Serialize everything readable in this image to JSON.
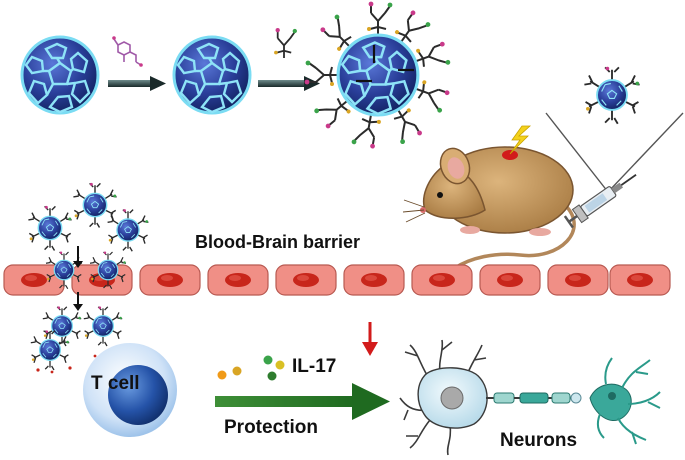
{
  "labels": {
    "bbb": "Blood-Brain barrier",
    "tcell": "T cell",
    "il17": "IL-17",
    "protection": "Protection",
    "neurons": "Neurons"
  },
  "colors": {
    "cage_blue": "#2a3f9a",
    "cage_edge": "#6fd3ee",
    "cell_pink": "#f08f86",
    "cell_nucleus": "#c8261b",
    "tcell_blue": "#2553a8",
    "arrow_green": "#2f7d2b",
    "mouse_tan": "#c79c62",
    "neuron_body": "#d6eaf3",
    "axon_teal": "#3aa89a",
    "red_arrow": "#d21b1b"
  },
  "icons": [
    "fullerene-cage",
    "functional-group",
    "mouse",
    "syringe",
    "lightning-bolt",
    "t-cell",
    "neuron"
  ]
}
